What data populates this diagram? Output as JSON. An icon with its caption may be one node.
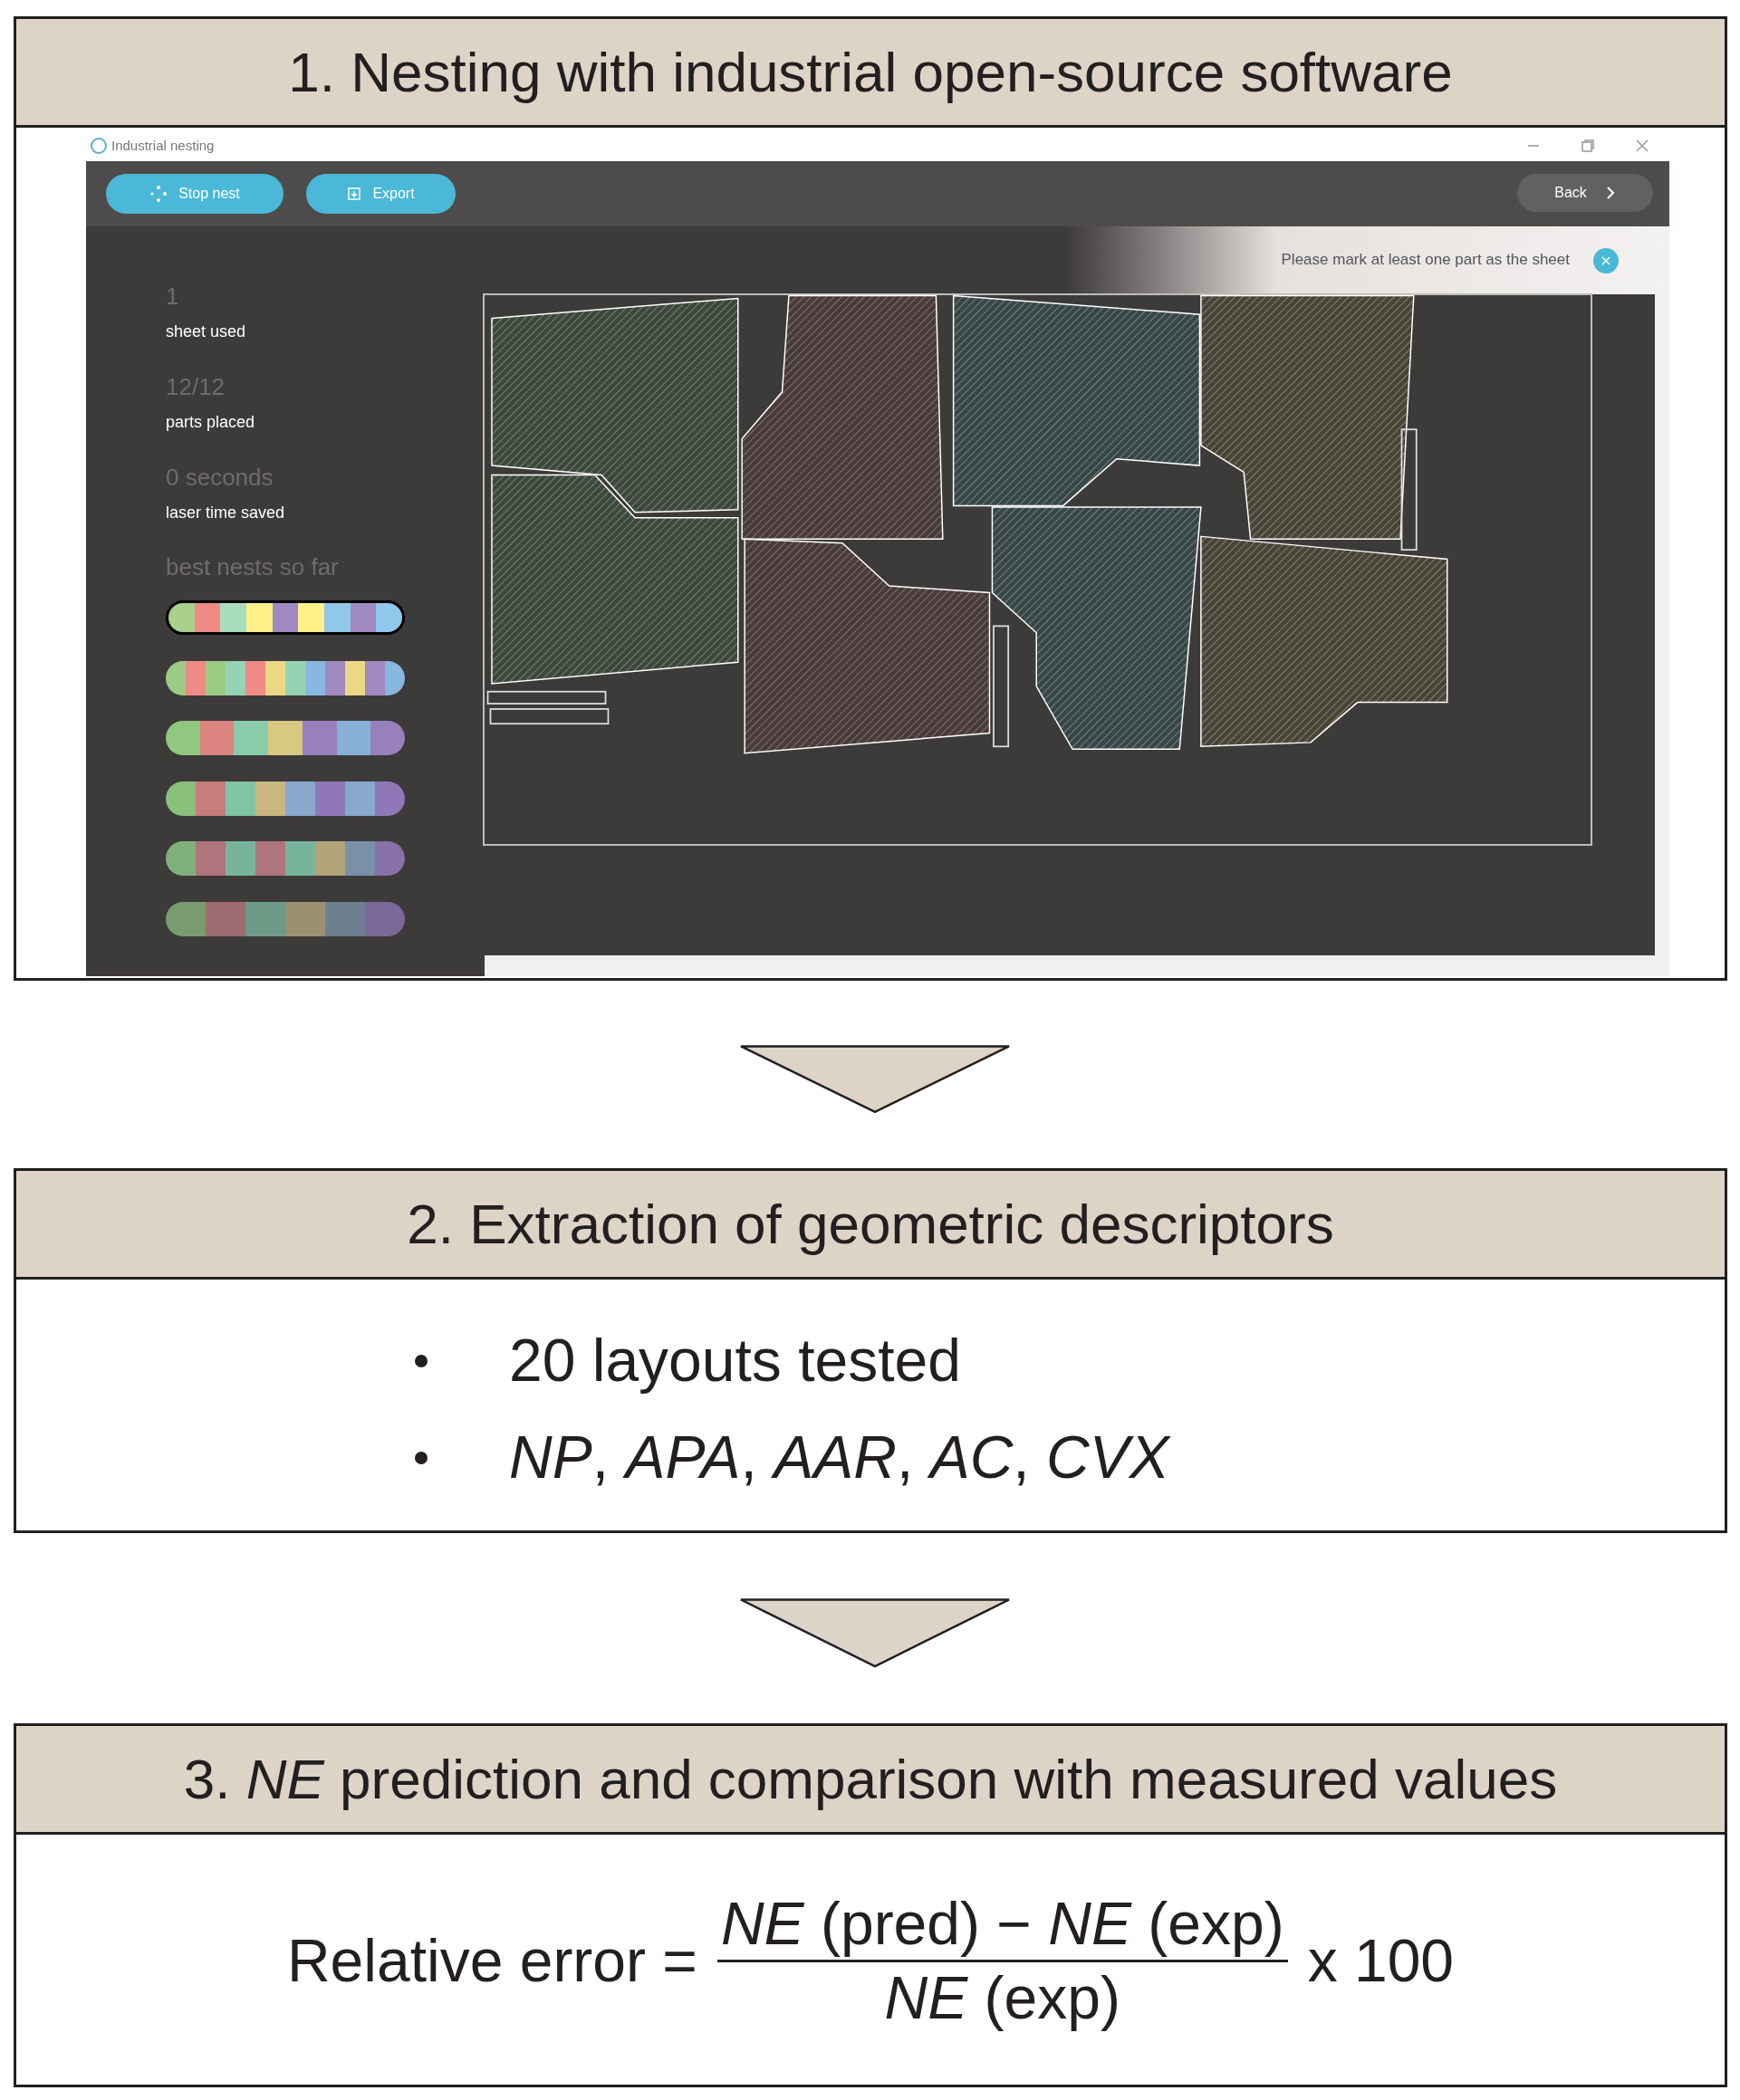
{
  "diagram": {
    "nodes": [
      {
        "text": [
          "1. Nesting with industrial open-source software"
        ]
      },
      {
        "text": [
          "2. Extraction of geometric descriptors",
          "20 layouts tested",
          "*NP*, *APA*, *AAR*, *AC*, *CVX*"
        ]
      },
      {
        "text": [
          "3. *NE* prediction and comparison with measured values",
          "Relative error =",
          "*NE* (pred) − *NE* (exp)",
          "*NE* (exp)",
          "x 100"
        ]
      }
    ],
    "edges": [
      {
        "from": 0,
        "to": 1,
        "arrow": "to"
      },
      {
        "from": 1,
        "to": 2,
        "arrow": "to"
      }
    ],
    "labels": [
      "Industrial nesting",
      "Stop nest",
      "Export",
      "Back",
      "Please mark at least one part as the sheet",
      "1",
      "sheet used",
      "12/12",
      "parts placed",
      "0 seconds",
      "laser time saved",
      "best nests so far"
    ]
  }
}
